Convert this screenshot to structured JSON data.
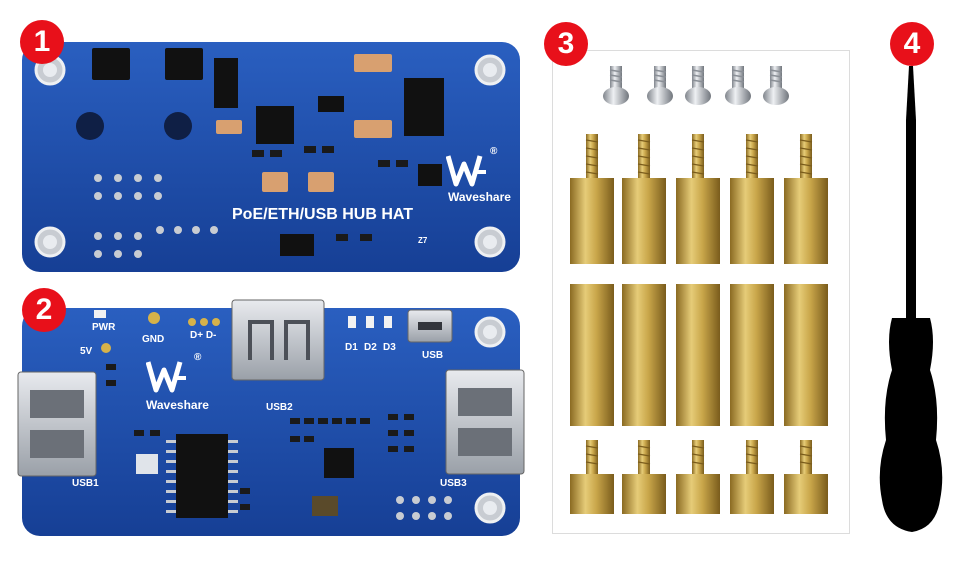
{
  "badges": [
    "1",
    "2",
    "3",
    "4"
  ],
  "board1": {
    "title": "PoE/ETH/USB HUB HAT",
    "brand": "Waveshare",
    "brand_mark": "®",
    "part_label": "Z7"
  },
  "board2": {
    "brand": "Waveshare",
    "brand_mark": "®",
    "labels": {
      "pwr": "PWR",
      "five_v": "5V",
      "gnd": "GND",
      "d_plus_minus": "D+ D-",
      "d1": "D1",
      "d2": "D2",
      "d3": "D3",
      "usb": "USB",
      "usb1": "USB1",
      "usb2": "USB2",
      "usb3": "USB3"
    }
  },
  "colors": {
    "badge_red": "#e8101a",
    "pcb_blue": "#1d4fa8",
    "brass": "#c9a64a",
    "steel": "#b8bcc2",
    "screwdriver": "#000000"
  },
  "icons": [
    "waveshare-logo-icon",
    "screwdriver-icon",
    "screw-icon",
    "standoff-icon",
    "usb-port-icon"
  ]
}
